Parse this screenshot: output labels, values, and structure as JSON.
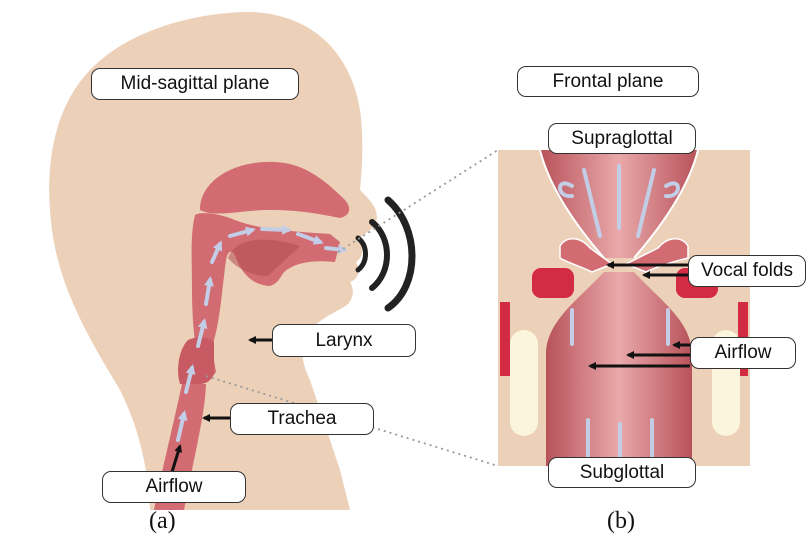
{
  "panels": [
    {
      "caption": "(a)",
      "plane": "Mid-sagittal plane",
      "labels": {
        "larynx": "Larynx",
        "trachea": "Trachea",
        "airflow": "Airflow"
      }
    },
    {
      "caption": "(b)",
      "plane": "Frontal plane",
      "labels": {
        "supraglottal": "Supraglottal",
        "vocal_folds": "Vocal folds",
        "airflow": "Airflow",
        "subglottal": "Subglottal"
      }
    }
  ],
  "colors": {
    "skin": "#ecd0b8",
    "tract": "#d26c72",
    "tract_dark": "#b24a52",
    "fold_red": "#d42b45",
    "cartilage": "#fbf5dd",
    "flow_arrow": "#c3cde6",
    "sound_wave": "#222222"
  }
}
